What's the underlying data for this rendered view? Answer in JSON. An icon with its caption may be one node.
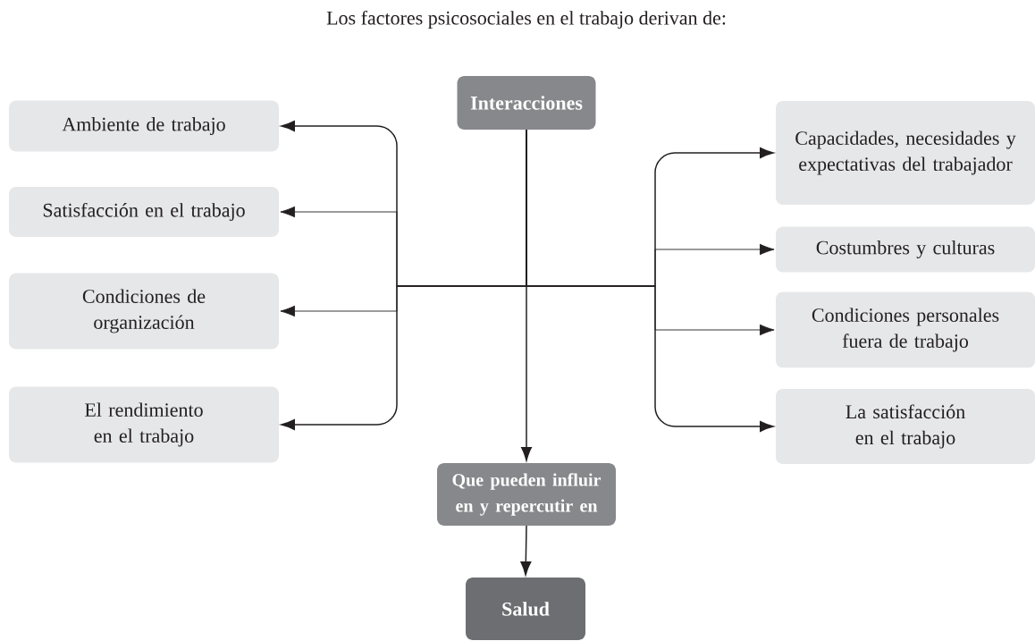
{
  "diagram": {
    "title": "Los factores psicosociales en el trabajo derivan de:",
    "nodes": [
      {
        "text": [
          "Interacciones"
        ]
      },
      {
        "text": [
          "Ambiente de trabajo"
        ]
      },
      {
        "text": [
          "Capacidades, necesidades y expectativas del trabajador"
        ]
      },
      {
        "text": [
          "Satisfacción en el trabajo"
        ]
      },
      {
        "text": [
          "Costumbres y culturas"
        ]
      },
      {
        "text": [
          "Condiciones de organización"
        ]
      },
      {
        "text": [
          "Condiciones personales fuera de trabajo"
        ]
      },
      {
        "text": [
          "El rendimiento en el trabajo"
        ]
      },
      {
        "text": [
          "La satisfacción en el trabajo"
        ]
      },
      {
        "text": [
          "Que pueden influir en y repercutir en"
        ]
      },
      {
        "text": [
          "Salud"
        ]
      }
    ],
    "edges": [
      {
        "from": 0,
        "to": 1,
        "arrow": "to"
      },
      {
        "from": 0,
        "to": 3,
        "arrow": "to"
      },
      {
        "from": 0,
        "to": 5,
        "arrow": "to"
      },
      {
        "from": 0,
        "to": 7,
        "arrow": "to"
      },
      {
        "from": 0,
        "to": 2,
        "arrow": "to"
      },
      {
        "from": 0,
        "to": 4,
        "arrow": "to"
      },
      {
        "from": 0,
        "to": 6,
        "arrow": "to"
      },
      {
        "from": 0,
        "to": 8,
        "arrow": "to"
      },
      {
        "from": 0,
        "to": 9,
        "arrow": "to"
      },
      {
        "from": 9,
        "to": 10,
        "arrow": "to"
      }
    ]
  }
}
